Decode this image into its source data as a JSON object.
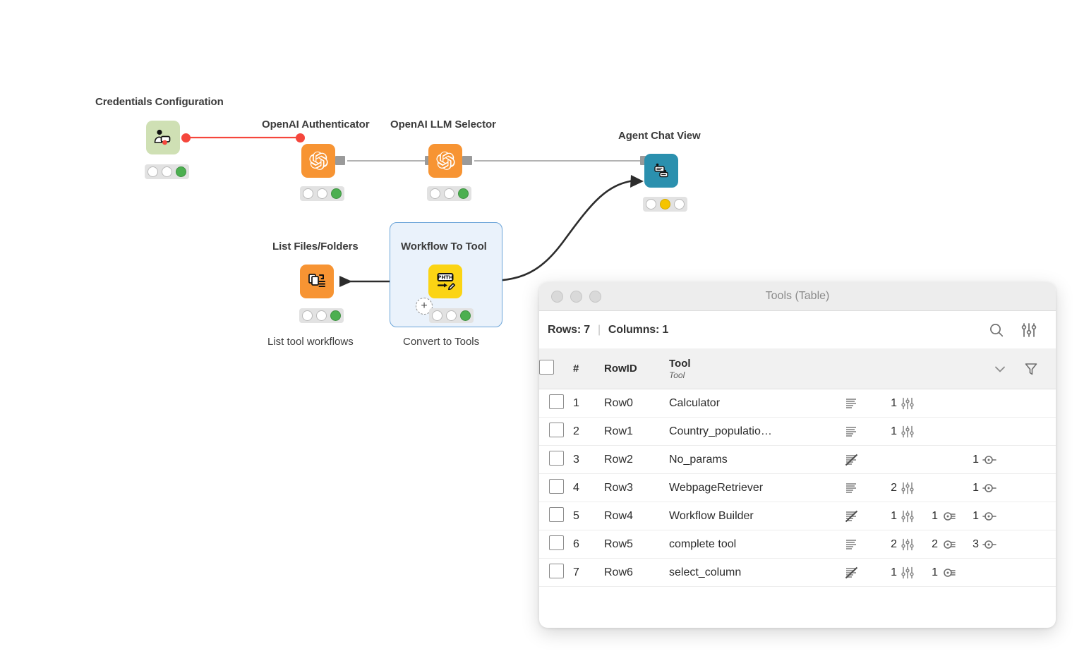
{
  "workflow": {
    "nodes": [
      {
        "id": "credentials-configuration",
        "title": "Credentials Configuration",
        "subtitle": "",
        "color": "#cfe0b4",
        "icon": "credentials-icon",
        "lights": [
          "white",
          "white",
          "green"
        ]
      },
      {
        "id": "openai-authenticator",
        "title": "OpenAI Authenticator",
        "subtitle": "",
        "color": "#f79433",
        "icon": "openai-icon",
        "lights": [
          "white",
          "white",
          "green"
        ]
      },
      {
        "id": "openai-llm-selector",
        "title": "OpenAI LLM Selector",
        "subtitle": "",
        "color": "#f79433",
        "icon": "openai-icon",
        "lights": [
          "white",
          "white",
          "green"
        ]
      },
      {
        "id": "agent-chat-view",
        "title": "Agent Chat View",
        "subtitle": "",
        "color": "#2b90ae",
        "icon": "chat-view-icon",
        "lights": [
          "white",
          "yellow",
          "white"
        ]
      },
      {
        "id": "list-files-folders",
        "title": "List Files/Folders",
        "subtitle": "List tool workflows",
        "color": "#f79433",
        "icon": "list-files-icon",
        "lights": [
          "white",
          "white",
          "green"
        ]
      },
      {
        "id": "workflow-to-tool",
        "title": "Workflow To Tool",
        "subtitle": "Convert to Tools",
        "color": "#fbd414",
        "icon": "path-to-tool-icon",
        "lights": [
          "white",
          "white",
          "green"
        ],
        "selected": true,
        "add_button_label": "+"
      }
    ],
    "accent_error_color": "#f5463c",
    "selection_color": "#6ba4d8"
  },
  "table_window": {
    "title": "Tools (Table)",
    "traffic_lights": [
      "close",
      "minimize",
      "maximize"
    ],
    "toolbar": {
      "rows_label": "Rows: 7",
      "separator": "|",
      "columns_label": "Columns: 1",
      "search_icon": "search-icon",
      "settings_icon": "settings-sliders-icon"
    },
    "header": {
      "select_all": "",
      "index": "#",
      "rowid": "RowID",
      "tool": "Tool",
      "tool_type": "Tool",
      "sort_icon": "chevron-down-icon",
      "filter_icon": "filter-funnel-icon"
    },
    "rows": [
      {
        "index": "1",
        "rowid": "Row0",
        "tool": "Calculator",
        "desc": "lines",
        "params": "1",
        "inputs": "",
        "outputs": ""
      },
      {
        "index": "2",
        "rowid": "Row1",
        "tool": "Country_populatio…",
        "desc": "lines",
        "params": "1",
        "inputs": "",
        "outputs": ""
      },
      {
        "index": "3",
        "rowid": "Row2",
        "tool": "No_params",
        "desc": "lines-struck",
        "params": "",
        "inputs": "",
        "outputs": "1"
      },
      {
        "index": "4",
        "rowid": "Row3",
        "tool": "WebpageRetriever",
        "desc": "lines",
        "params": "2",
        "inputs": "",
        "outputs": "1"
      },
      {
        "index": "5",
        "rowid": "Row4",
        "tool": "Workflow Builder",
        "desc": "lines-struck",
        "params": "1",
        "inputs": "1",
        "outputs": "1"
      },
      {
        "index": "6",
        "rowid": "Row5",
        "tool": "complete tool",
        "desc": "lines",
        "params": "2",
        "inputs": "2",
        "outputs": "3"
      },
      {
        "index": "7",
        "rowid": "Row6",
        "tool": "select_column",
        "desc": "lines-struck",
        "params": "1",
        "inputs": "1",
        "outputs": ""
      }
    ]
  }
}
